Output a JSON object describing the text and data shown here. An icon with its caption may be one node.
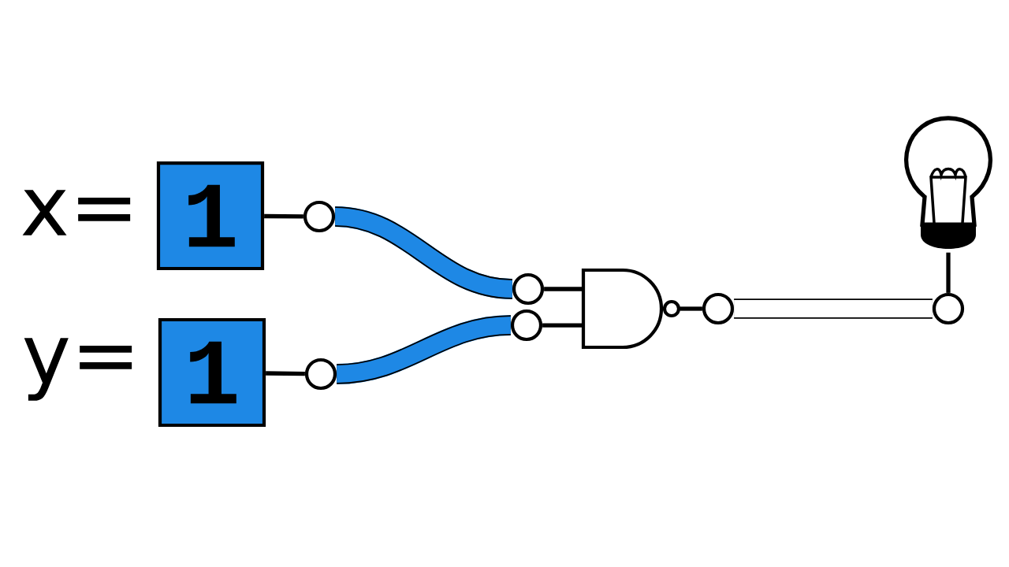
{
  "diagram": {
    "nodes": [
      {
        "text": [
          "1"
        ],
        "beside": [
          "x="
        ]
      },
      {
        "text": [
          "1"
        ],
        "beside": [
          "y="
        ]
      },
      {
        "text": [],
        "shape": "circle"
      },
      {
        "text": [],
        "shape": "circle"
      },
      {
        "text": [],
        "shape": "circle"
      },
      {
        "text": [],
        "shape": "circle"
      },
      {
        "text": [],
        "shape": "gate"
      },
      {
        "text": [],
        "shape": "circle"
      },
      {
        "text": [],
        "shape": "circle"
      },
      {
        "text": [],
        "shape": "picture"
      }
    ],
    "edges": [
      {
        "from": 0,
        "to": 2,
        "arrow": "none"
      },
      {
        "from": 2,
        "to": 4,
        "arrow": "none",
        "style": "thick",
        "color": "#1e88e5"
      },
      {
        "from": 1,
        "to": 3,
        "arrow": "none"
      },
      {
        "from": 3,
        "to": 5,
        "arrow": "none",
        "style": "thick",
        "color": "#1e88e5"
      },
      {
        "from": 4,
        "to": 6,
        "arrow": "none"
      },
      {
        "from": 5,
        "to": 6,
        "arrow": "none"
      },
      {
        "from": 6,
        "to": 7,
        "arrow": "none"
      },
      {
        "from": 7,
        "to": 8,
        "arrow": "none",
        "style": "thick"
      },
      {
        "from": 8,
        "to": 9,
        "arrow": "none"
      }
    ]
  }
}
